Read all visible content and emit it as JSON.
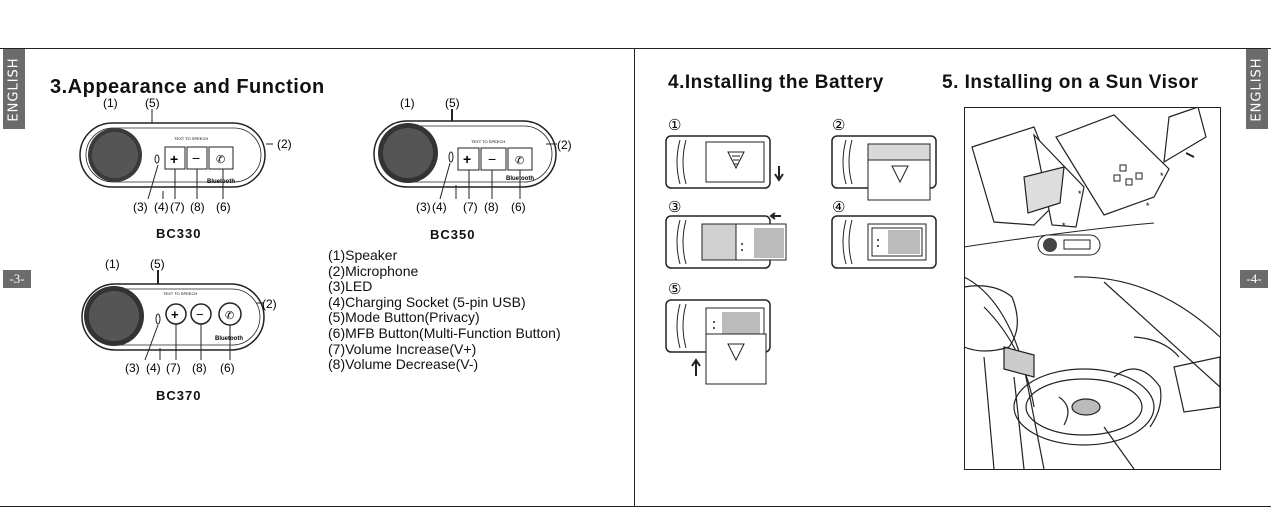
{
  "tabs": {
    "left_lang": "ENGLISH",
    "right_lang": "ENGLISH",
    "left_page": "-3-",
    "right_page": "-4-"
  },
  "sections": {
    "appearance": "3.Appearance and Function",
    "battery": "4.Installing the Battery",
    "visor": "5. Installing on a  Sun Visor"
  },
  "devices": {
    "bc330": {
      "model": "BC330",
      "callouts_top": [
        "(1)",
        "(5)"
      ],
      "callout_side": "(2)",
      "callouts_bottom": [
        "(3)",
        "(4)",
        "(7)",
        "(8)",
        "(6)"
      ],
      "device_text": "TEXT TO SPEECH",
      "brand": "Bluetooth"
    },
    "bc350": {
      "model": "BC350",
      "callouts_top": [
        "(1)",
        "(5)"
      ],
      "callout_side": "(2)",
      "callouts_bottom": [
        "(3)",
        "(4)",
        "(7)",
        "(8)",
        "(6)"
      ],
      "device_text": "TEXT TO SPEECH",
      "brand": "Bluetooth"
    },
    "bc370": {
      "model": "BC370",
      "callouts_top": [
        "(1)",
        "(5)"
      ],
      "callout_side": "(2)",
      "callouts_bottom": [
        "(3)",
        "(4)",
        "(7)",
        "(8)",
        "(6)"
      ],
      "device_text": "TEXT TO SPEECH",
      "brand": "Bluetooth"
    }
  },
  "legend": [
    "(1)Speaker",
    "(2)Microphone",
    "(3)LED",
    "(4)Charging Socket (5-pin USB)",
    "(5)Mode Button(Privacy)",
    "(6)MFB Button(Multi-Function Button)",
    "(7)Volume Increase(V+)",
    "(8)Volume Decrease(V-)"
  ],
  "battery_steps": [
    "①",
    "②",
    "③",
    "④",
    "⑤"
  ],
  "buttons": {
    "plus": "+",
    "minus": "−"
  }
}
